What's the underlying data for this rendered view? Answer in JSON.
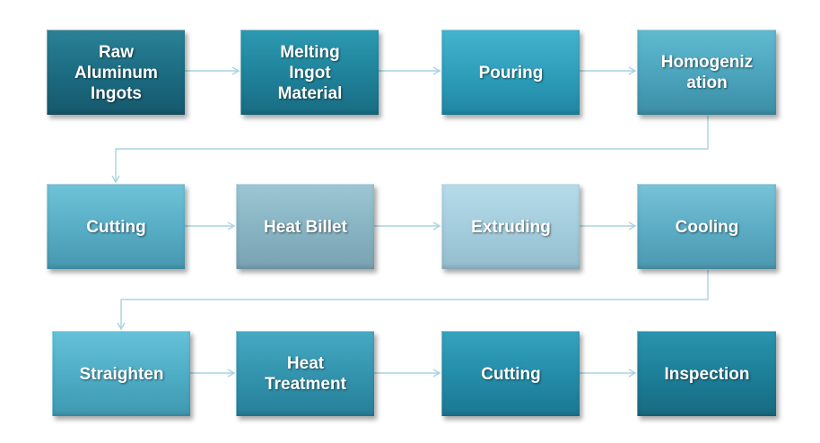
{
  "diagram": {
    "steps": [
      {
        "lines": [
          "Raw",
          "Aluminum",
          "Ingots"
        ]
      },
      {
        "lines": [
          "Melting",
          "Ingot",
          "Material"
        ]
      },
      {
        "lines": [
          "Pouring"
        ]
      },
      {
        "lines": [
          "Homogeniz",
          "ation"
        ]
      },
      {
        "lines": [
          "Cutting"
        ]
      },
      {
        "lines": [
          "Heat Billet"
        ]
      },
      {
        "lines": [
          "Extruding"
        ]
      },
      {
        "lines": [
          "Cooling"
        ]
      },
      {
        "lines": [
          "Straighten"
        ]
      },
      {
        "lines": [
          "Heat",
          "Treatment"
        ]
      },
      {
        "lines": [
          "Cutting"
        ]
      },
      {
        "lines": [
          "Inspection"
        ]
      }
    ],
    "connector_color": "#a9d3e2"
  }
}
